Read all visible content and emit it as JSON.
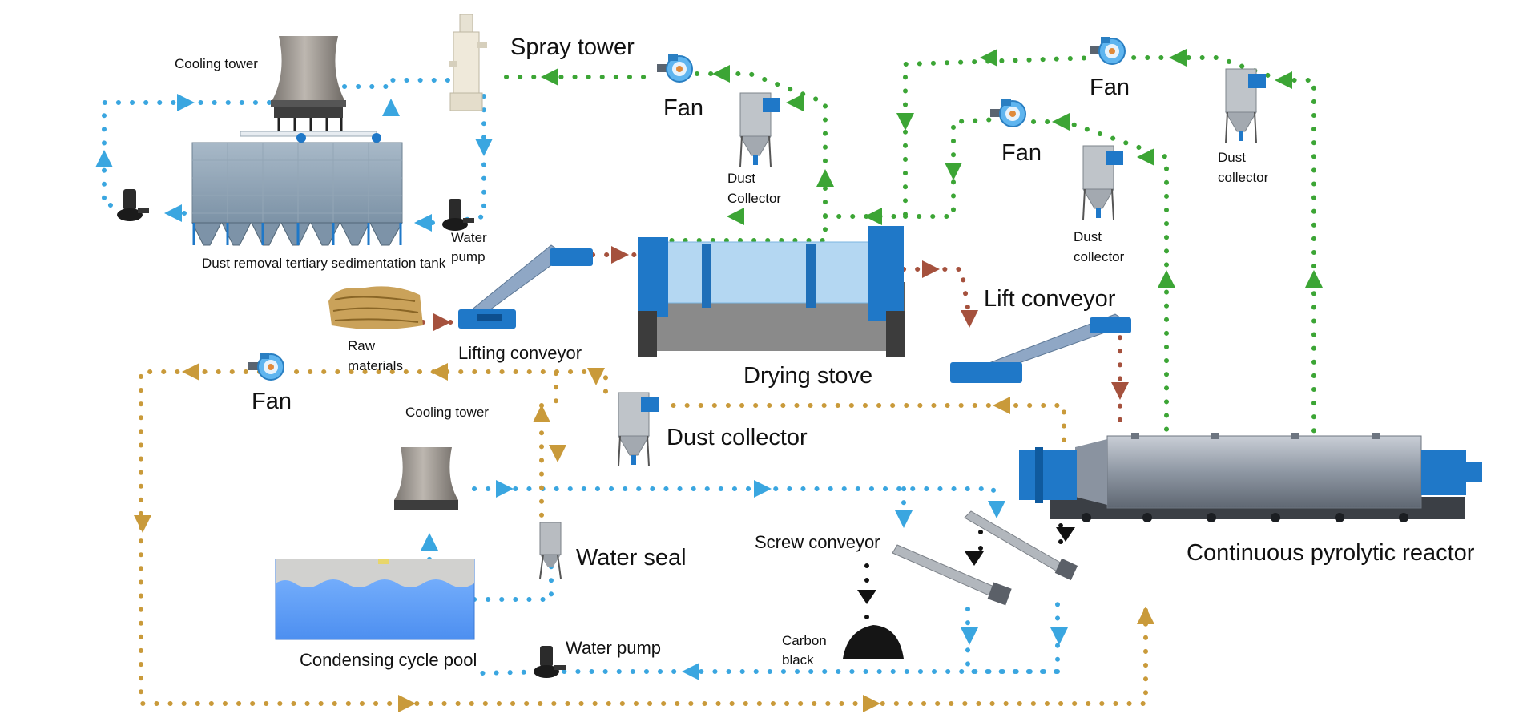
{
  "colors": {
    "water": "#3aa6e0",
    "gas": "#3ca535",
    "oil_gas": "#c99a3a",
    "material": "#a5513d",
    "steel_blue": "#1f78c8",
    "grey": "#8d98a5"
  },
  "labels": {
    "cooling_tower_top": "Cooling tower",
    "spray_tower": "Spray tower",
    "fan_1": "Fan",
    "dust_collector_1": [
      "Dust",
      "Collector"
    ],
    "fan_2": "Fan",
    "fan_3": "Fan",
    "dust_collector_2": [
      "Dust",
      "collector"
    ],
    "dust_collector_3": [
      "Dust",
      "collector"
    ],
    "sedimentation_tank": "Dust removal tertiary sedimentation tank",
    "water_pump_top": [
      "Water",
      "pump"
    ],
    "raw_materials": [
      "Raw",
      "materials"
    ],
    "lifting_conveyor": "Lifting conveyor",
    "drying_stove": "Drying stove",
    "lift_conveyor": "Lift conveyor",
    "fan_4": "Fan",
    "cooling_tower_bottom": "Cooling tower",
    "dust_collector_4": "Dust collector",
    "water_seal": "Water seal",
    "screw_conveyor": "Screw conveyor",
    "continuous_reactor": "Continuous pyrolytic reactor",
    "condensing_pool": "Condensing cycle pool",
    "water_pump_bottom": "Water pump",
    "carbon_black": [
      "Carbon",
      "black"
    ]
  },
  "icons": {
    "fan": "centrifugal-fan-icon",
    "dust_collector": "cyclone-dust-collector-icon",
    "cooling_tower": "cooling-tower-icon",
    "pump": "submersible-pump-icon",
    "flow_arrow": "triangle-arrow-icon"
  }
}
